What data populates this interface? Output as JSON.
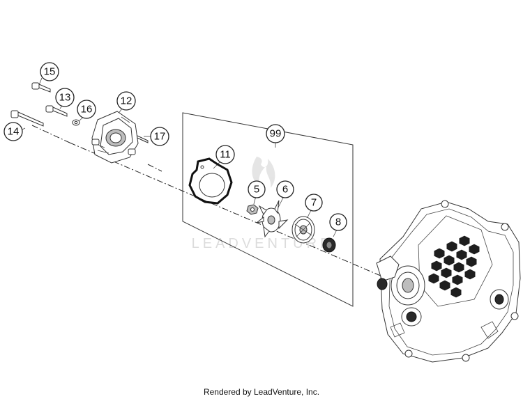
{
  "diagram": {
    "callouts": [
      {
        "id": "15",
        "label": "15"
      },
      {
        "id": "13",
        "label": "13"
      },
      {
        "id": "16",
        "label": "16"
      },
      {
        "id": "12",
        "label": "12"
      },
      {
        "id": "17",
        "label": "17"
      },
      {
        "id": "14",
        "label": "14"
      },
      {
        "id": "99",
        "label": "99"
      },
      {
        "id": "11",
        "label": "11"
      },
      {
        "id": "5",
        "label": "5"
      },
      {
        "id": "6",
        "label": "6"
      },
      {
        "id": "7",
        "label": "7"
      },
      {
        "id": "8",
        "label": "8"
      }
    ],
    "watermark": "LEADVENTURE"
  },
  "footer": {
    "text": "Rendered by LeadVenture, Inc."
  }
}
